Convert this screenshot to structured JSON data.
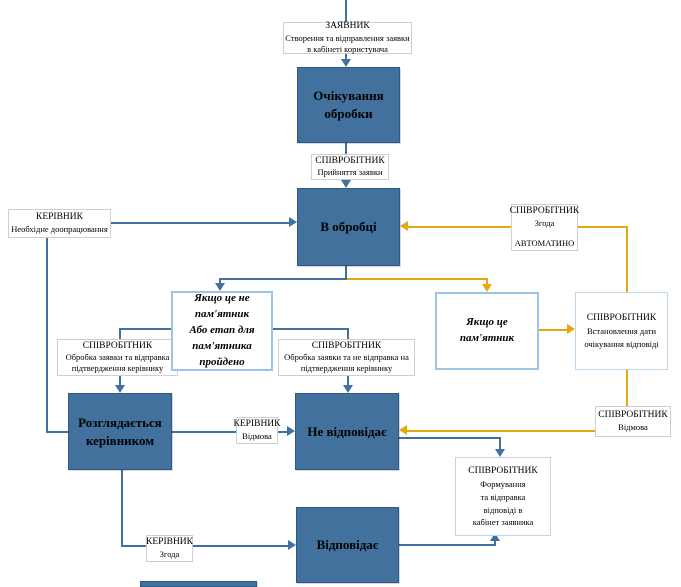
{
  "colors": {
    "state_fill": "#41719C",
    "state_border": "#2D5986",
    "flow_blue": "#41719C",
    "flow_gold": "#E3A90C",
    "decision_border": "#9DC3E6",
    "action_border": "#BDD7EE"
  },
  "states": {
    "waiting": {
      "label": "Очікування обробки"
    },
    "in_processing": {
      "label": "В обробці"
    },
    "manager_review": {
      "label": "Розглядається керівником"
    },
    "not_responding": {
      "label": "Не відповідає"
    },
    "responding": {
      "label": "Відповідає"
    }
  },
  "labels": {
    "applicant": {
      "role": "ЗАЯВНИК",
      "lines": [
        "Створення та відправлення заявки",
        "в кабінеті користувача"
      ]
    },
    "staff_accept": {
      "role": "СПІВРОБІТНИК",
      "lines": [
        "Прийняття заявки"
      ]
    },
    "manager_rework": {
      "role": "КЕРІВНИК",
      "lines": [
        "Необхідне доопрацювання"
      ]
    },
    "staff_agree_auto": {
      "role": "СПІВРОБІТНИК",
      "lines": [
        "Згода",
        "АВТОМАТИНО"
      ]
    },
    "staff_send_confirmation": {
      "role": "СПІВРОБІТНИК",
      "lines": [
        "Обробка заявки та відправка",
        "підтвердження керівнику"
      ]
    },
    "staff_no_confirmation": {
      "role": "СПІВРОБІТНИК",
      "lines": [
        "Обробка заявки та не відправка на",
        "підтвердження керівнику"
      ]
    },
    "manager_refusal": {
      "role": "КЕРІВНИК",
      "lines": [
        "Відмова"
      ]
    },
    "staff_refusal": {
      "role": "СПІВРОБІТНИК",
      "lines": [
        "Відмова"
      ]
    },
    "manager_agree": {
      "role": "КЕРІВНИК",
      "lines": [
        "Згода"
      ]
    }
  },
  "decisions": {
    "not_monument": {
      "lines": [
        "Якщо це не",
        "пам'ятник",
        "Або етап для",
        "пам'ятника",
        "пройдено"
      ]
    },
    "monument": {
      "lines": [
        "Якщо це",
        "пам'ятник"
      ]
    }
  },
  "actions": {
    "set_date": {
      "role": "СПІВРОБІТНИК",
      "lines": [
        "Встановлення дати",
        "очікування відповіді"
      ]
    },
    "form_response": {
      "role": "СПІВРОБІТНИК",
      "lines": [
        "Формування",
        "та відправка",
        "відповіді в",
        "кабінет заявника"
      ]
    }
  }
}
